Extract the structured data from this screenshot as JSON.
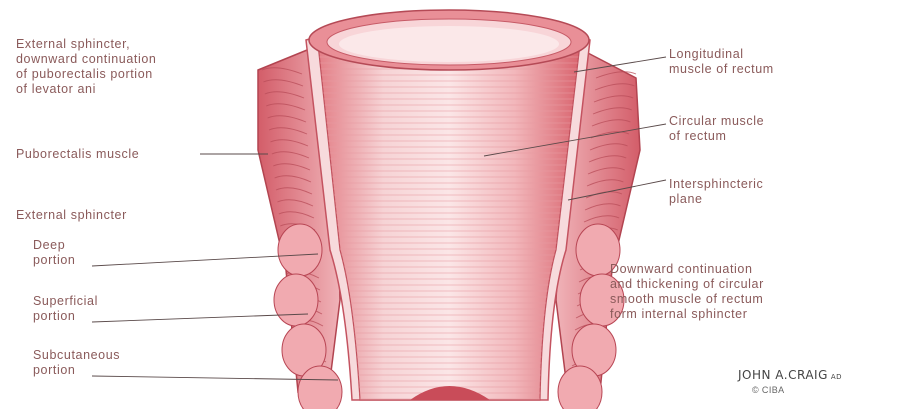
{
  "labels": {
    "external_sphincter_cont": [
      "External sphincter,",
      "downward continuation",
      "of puborectalis portion",
      "of levator ani"
    ],
    "puborectalis": "Puborectalis muscle",
    "external_sphincter": "External sphincter",
    "deep": [
      "Deep",
      "portion"
    ],
    "superficial": [
      "Superficial",
      "portion"
    ],
    "subcutaneous": [
      "Subcutaneous",
      "portion"
    ],
    "longitudinal": [
      "Longitudinal",
      "muscle of rectum"
    ],
    "circular": [
      "Circular muscle",
      "of rectum"
    ],
    "intersphincteric": [
      "Intersphincteric",
      "plane"
    ],
    "internal_sphincter": [
      "Downward continuation",
      "and thickening of circular",
      "smooth muscle of rectum",
      "form internal sphincter"
    ]
  },
  "signature": {
    "artist": "JOHN A.CRAIG",
    "suffix": "AD",
    "copyright": "© CIBA"
  },
  "colors": {
    "muscle": "#e3858c",
    "muscle_light": "#f4c3c6",
    "muscle_dark": "#c24a55",
    "leader": "#5a4a4a"
  }
}
